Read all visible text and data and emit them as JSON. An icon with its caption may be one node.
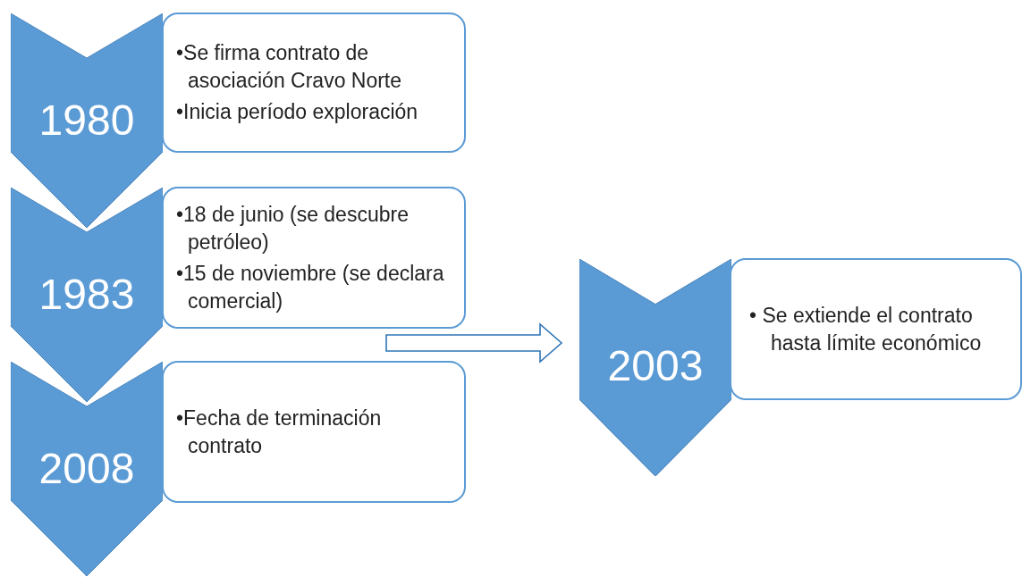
{
  "diagram": {
    "nodes": [
      {
        "text": [
          "1980"
        ]
      },
      {
        "text": [
          "•Se firma contrato de asociación Cravo Norte",
          "•Inicia período exploración"
        ]
      },
      {
        "text": [
          "1983"
        ]
      },
      {
        "text": [
          "•18 de junio (se descubre petróleo)",
          "•15 de noviembre (se declara comercial)"
        ]
      },
      {
        "text": [
          "2008"
        ]
      },
      {
        "text": [
          "•Fecha de terminación contrato"
        ]
      },
      {
        "text": [
          "2003"
        ]
      },
      {
        "text": [
          "• Se extiende el contrato hasta límite económico"
        ]
      }
    ],
    "edges": [
      {
        "from": 3,
        "to": 6,
        "arrow": "to"
      }
    ]
  }
}
